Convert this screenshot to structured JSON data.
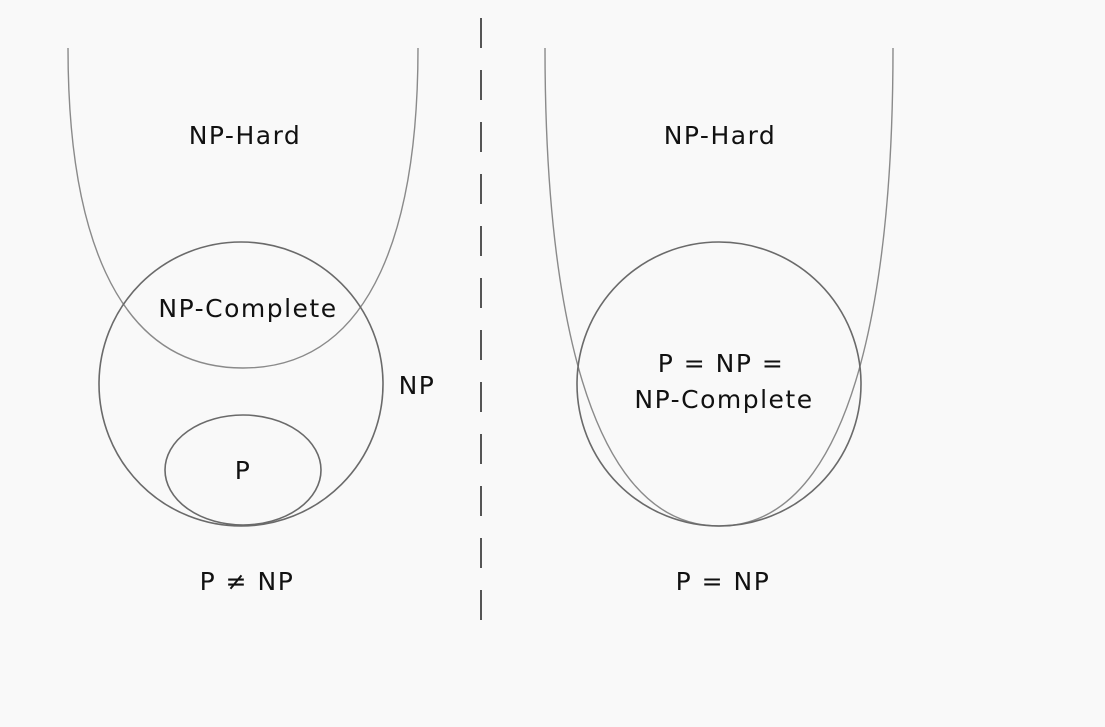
{
  "left_panel": {
    "np_hard_label": "NP-Hard",
    "np_complete_label": "NP-Complete",
    "np_label": "NP",
    "p_label": "P",
    "caption": "P ≠ NP"
  },
  "right_panel": {
    "np_hard_label": "NP-Hard",
    "merged_label_line1": "P = NP =",
    "merged_label_line2": "NP-Complete",
    "caption": "P = NP"
  }
}
